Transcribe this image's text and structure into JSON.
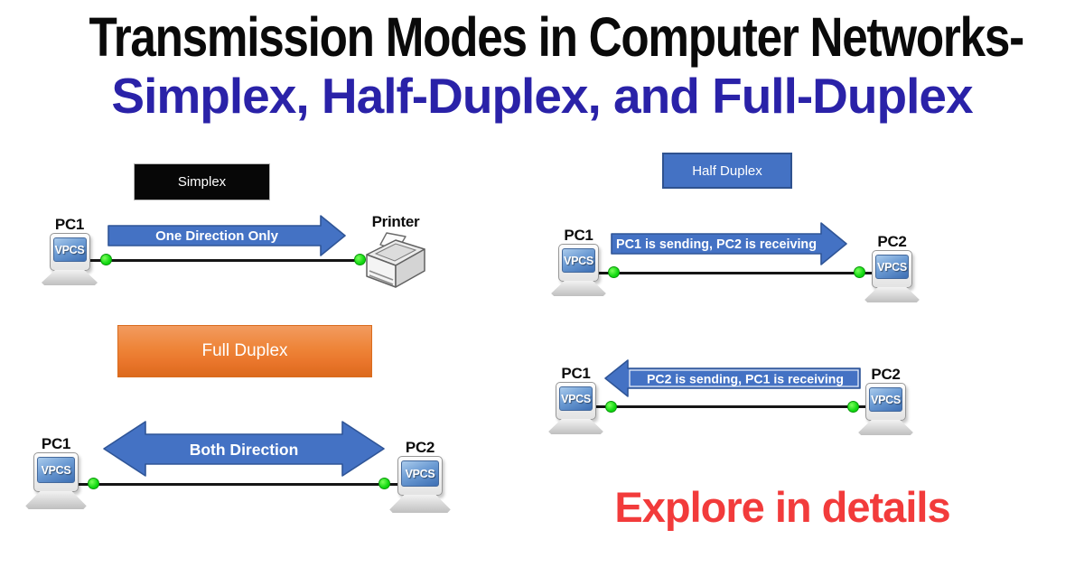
{
  "page": {
    "title": "Transmission Modes in Computer Networks-",
    "subtitle": "Simplex, Half-Duplex, and Full-Duplex",
    "cta": "Explore in details"
  },
  "colors": {
    "title_text": "#0a0a0a",
    "subtitle_text": "#2A22A8",
    "cta_text": "#F23B3B",
    "arrow_blue": "#4472C4",
    "arrow_border": "#2F5597",
    "simplex_box_bg": "#070707",
    "half_duplex_box_bg": "#4472C4",
    "full_duplex_orange": "#ED7D31",
    "link_dot_green": "#12D912",
    "wire_black": "#151515"
  },
  "simplex": {
    "label": "Simplex",
    "arrow_text": "One Direction Only",
    "left_node": {
      "name": "PC1",
      "screen": "VPCS"
    },
    "right_node": {
      "name": "Printer"
    }
  },
  "half_duplex": {
    "label": "Half Duplex",
    "row1": {
      "arrow_text": "PC1 is sending, PC2 is receiving",
      "left_node": {
        "name": "PC1",
        "screen": "VPCS"
      },
      "right_node": {
        "name": "PC2",
        "screen": "VPCS"
      }
    },
    "row2": {
      "arrow_text": "PC2 is sending, PC1 is receiving",
      "left_node": {
        "name": "PC1",
        "screen": "VPCS"
      },
      "right_node": {
        "name": "PC2",
        "screen": "VPCS"
      }
    }
  },
  "full_duplex": {
    "label": "Full Duplex",
    "arrow_text": "Both Direction",
    "left_node": {
      "name": "PC1",
      "screen": "VPCS"
    },
    "right_node": {
      "name": "PC2",
      "screen": "VPCS"
    }
  }
}
